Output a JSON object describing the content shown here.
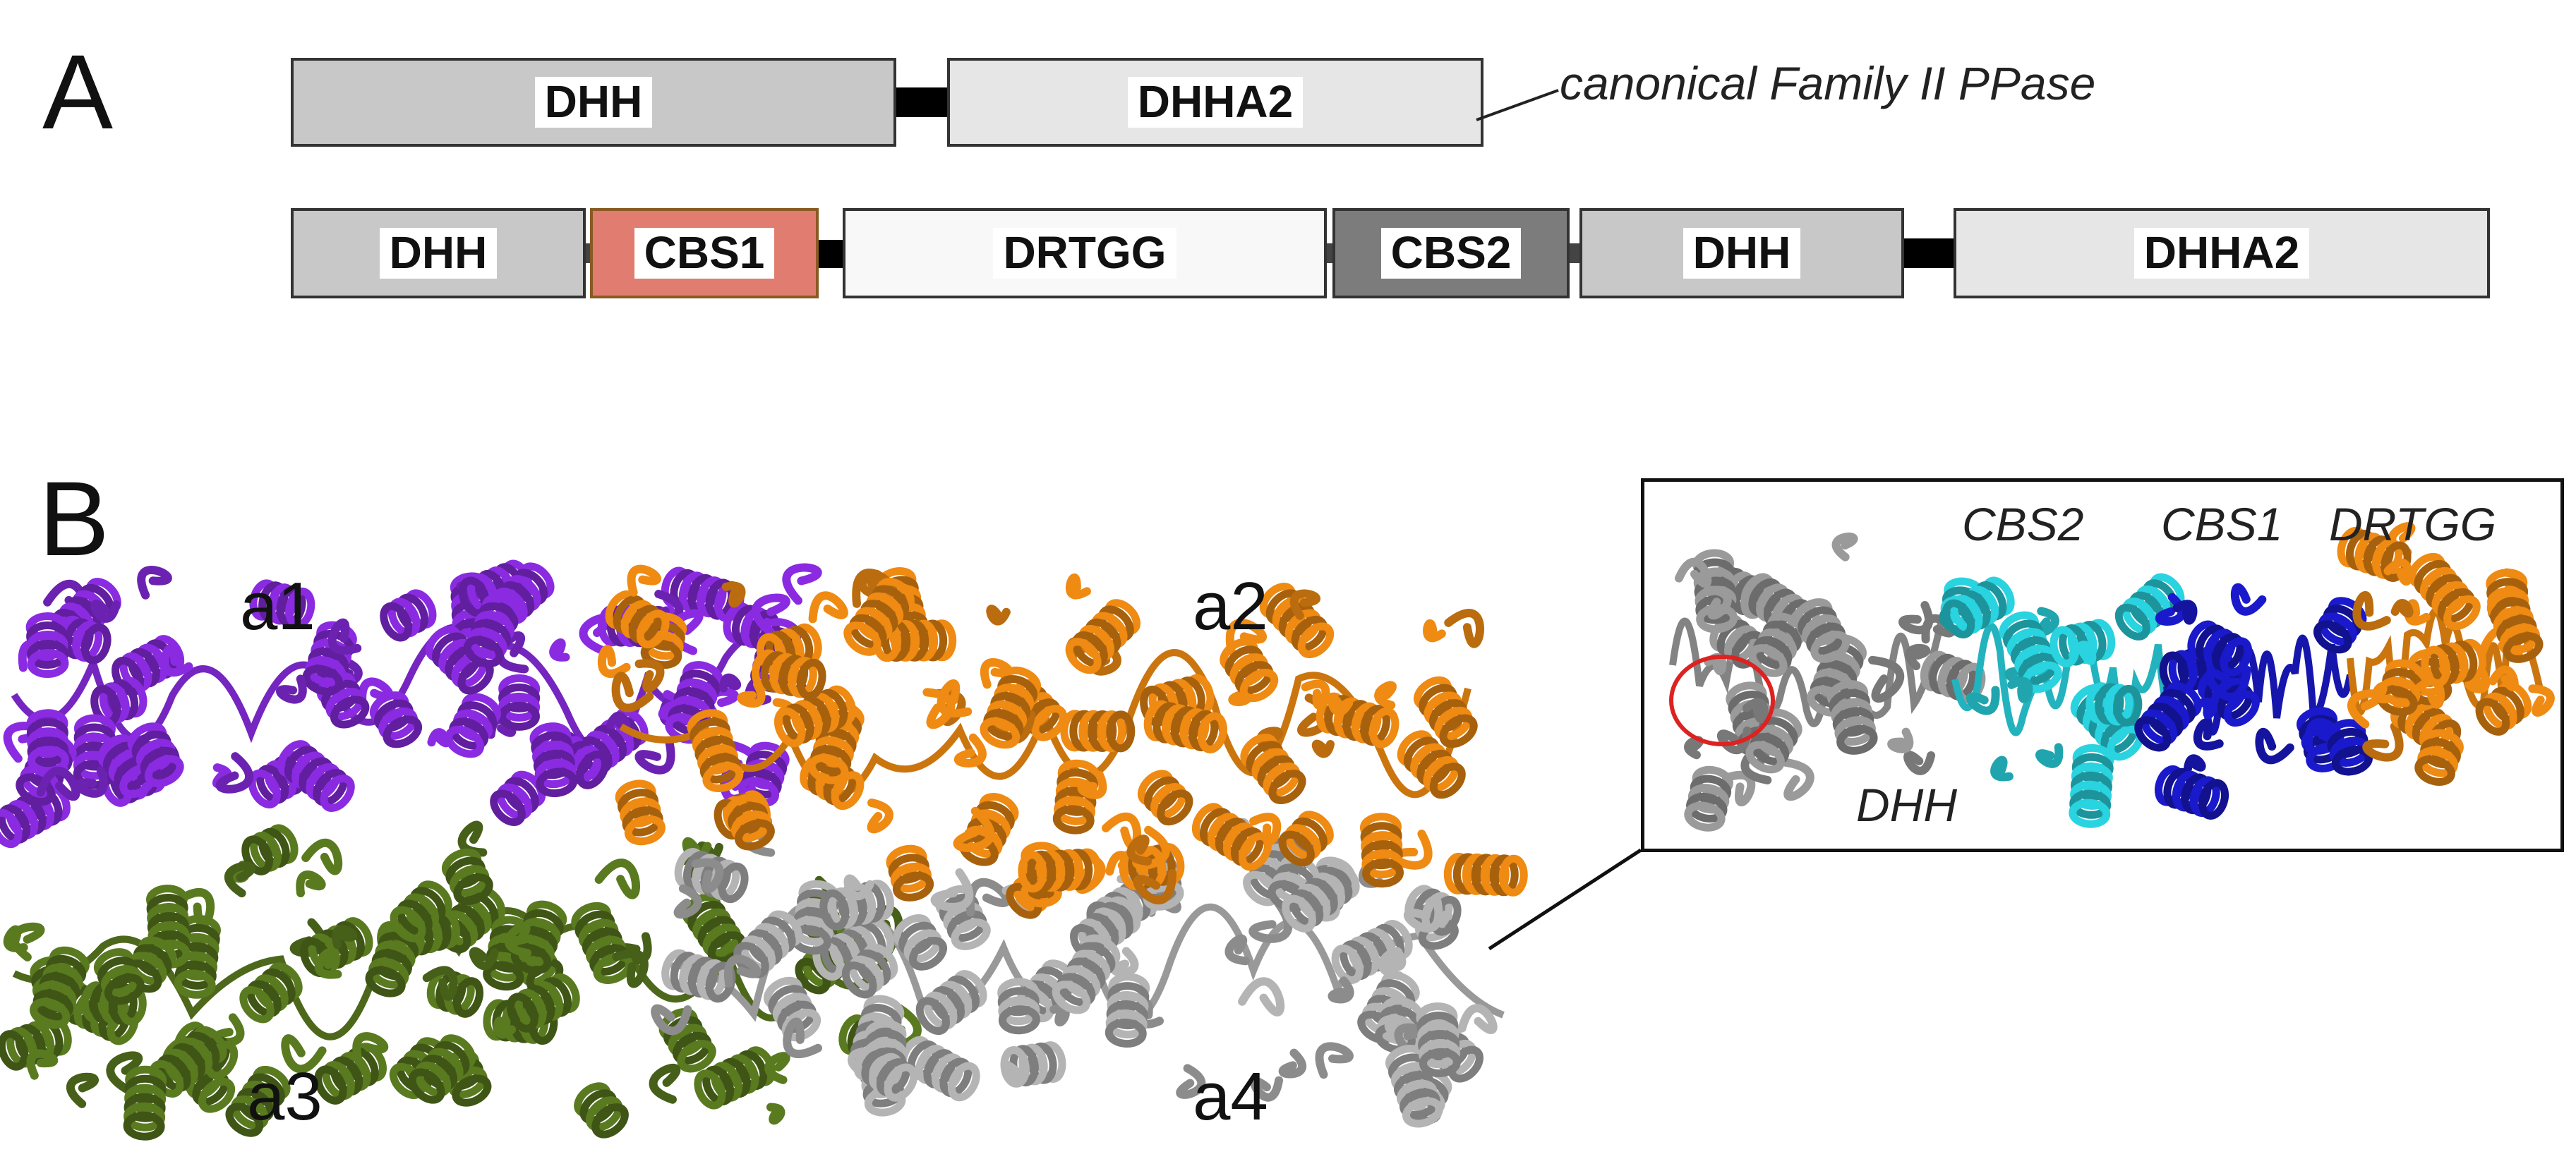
{
  "panel_a": {
    "letter": "A",
    "canonical": {
      "caption": "canonical Family II PPase",
      "domains": [
        {
          "label": "DHH",
          "color": "#c8c8c8"
        },
        {
          "label": "DHHA2",
          "color": "#e6e6e6"
        }
      ]
    },
    "cbs_protein": {
      "domains": [
        {
          "label": "DHH",
          "color": "#c8c8c8"
        },
        {
          "label": "CBS1",
          "color": "#e07c70"
        },
        {
          "label": "DRTGG",
          "color": "#f8f8f8"
        },
        {
          "label": "CBS2",
          "color": "#7c7c7c"
        },
        {
          "label": "DHH",
          "color": "#c8c8c8"
        },
        {
          "label": "DHHA2",
          "color": "#e6e6e6"
        }
      ]
    }
  },
  "panel_b": {
    "letter": "B",
    "chains": [
      {
        "label": "a1",
        "color": "#8a2be2"
      },
      {
        "label": "a2",
        "color": "#ef8a12"
      },
      {
        "label": "a3",
        "color": "#5a7a20"
      },
      {
        "label": "a4",
        "color": "#b4b4b4"
      }
    ],
    "inset": {
      "domains": [
        {
          "label": "CBS2",
          "color": "#29d3df"
        },
        {
          "label": "CBS1",
          "color": "#1a1acc"
        },
        {
          "label": "DRTGG",
          "color": "#ef8a12"
        },
        {
          "label": "DHH",
          "color": "#9a9a9a"
        }
      ],
      "highlight_color": "#dd2222"
    }
  }
}
